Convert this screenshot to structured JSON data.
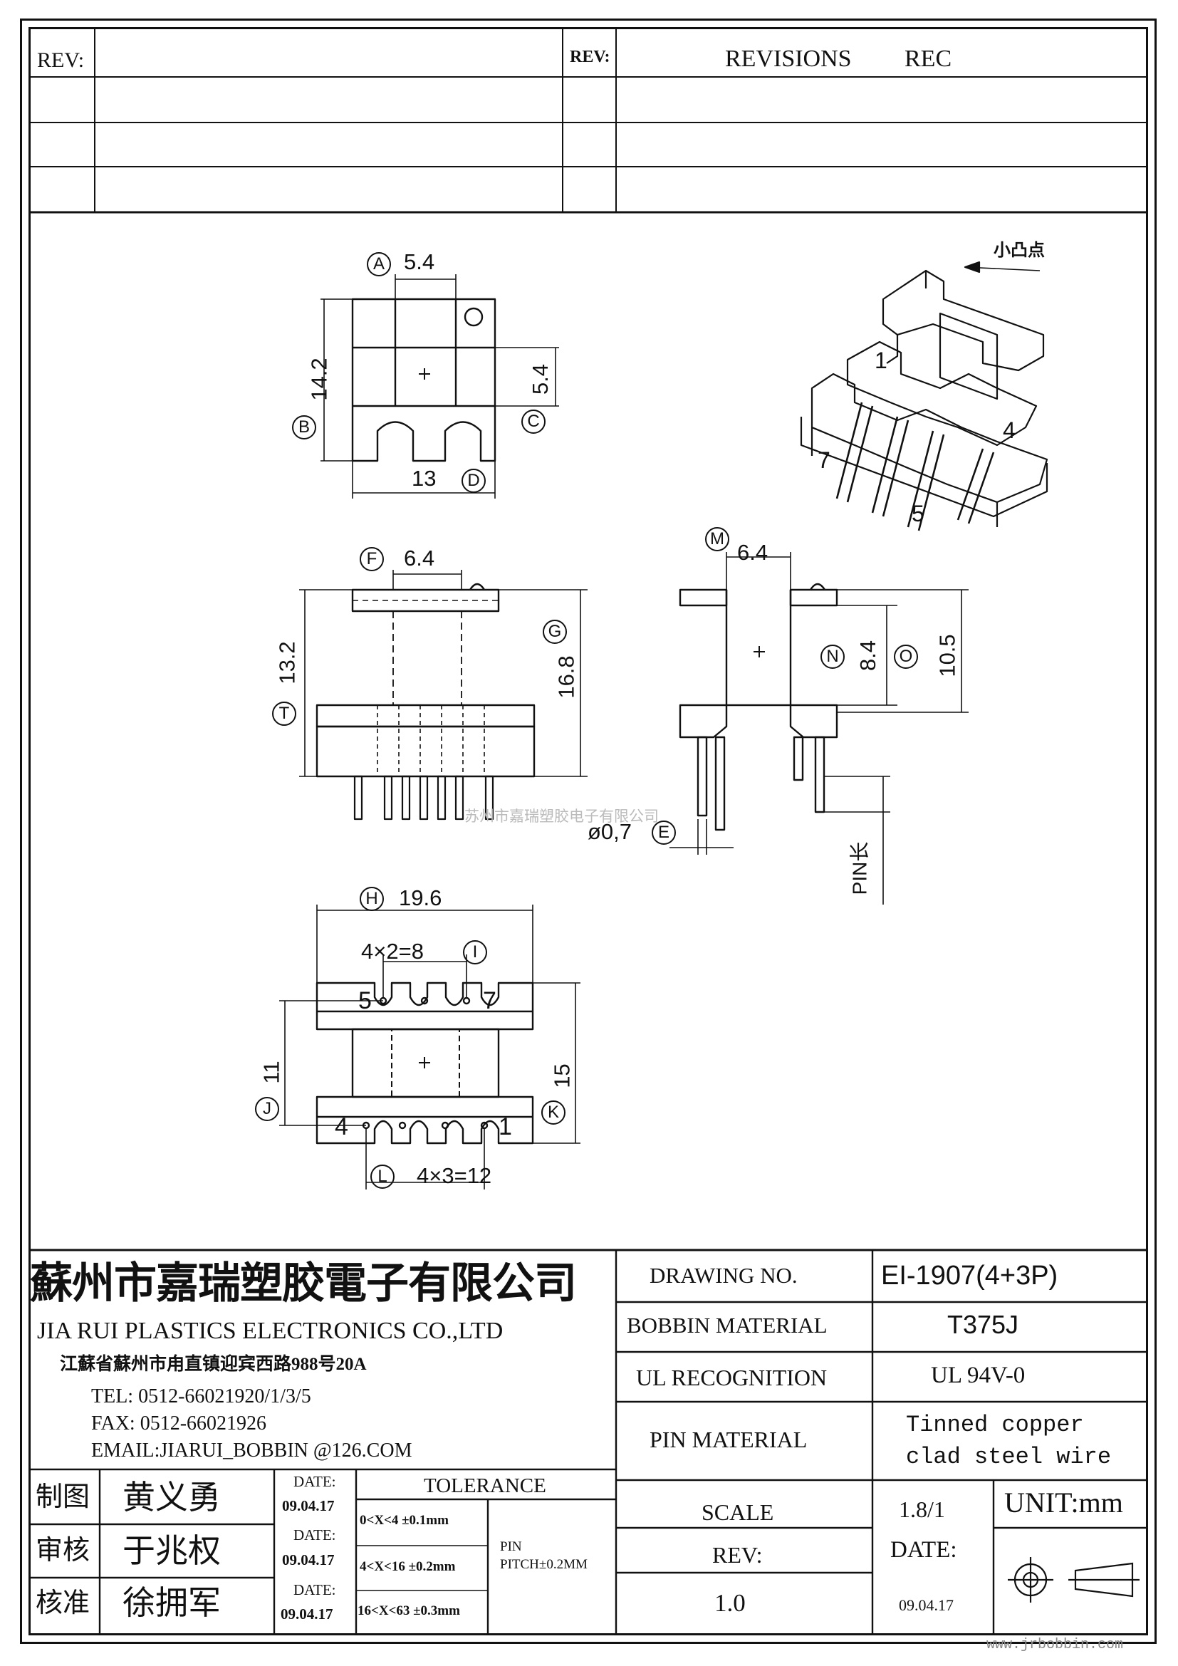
{
  "revisions": {
    "rev_label_left": "REV:",
    "rev_label_right": "REV:",
    "revisions_label": "REVISIONS",
    "rec_label": "REC"
  },
  "views": {
    "top": {
      "dim_a": "5.4",
      "dim_b": "14.2",
      "dim_c": "5.4",
      "dim_d": "13",
      "mk_a": "A",
      "mk_b": "B",
      "mk_c": "C",
      "mk_d": "D"
    },
    "front": {
      "dim_f": "6.4",
      "dim_t": "13.2",
      "dim_g": "16.8",
      "mk_f": "F",
      "mk_t": "T",
      "mk_g": "G"
    },
    "side": {
      "dim_m": "6.4",
      "dim_n": "8.4",
      "dim_o": "10.5",
      "dim_e": "ø0,7",
      "pin_len": "PIN长",
      "mk_m": "M",
      "mk_n": "N",
      "mk_o": "O",
      "mk_e": "E"
    },
    "bottom": {
      "dim_h": "19.6",
      "dim_i": "4×2=8",
      "dim_j": "11",
      "dim_k": "15",
      "dim_l": "4×3=12",
      "pin_5": "5",
      "pin_7": "7",
      "pin_4": "4",
      "pin_1": "1",
      "mk_h": "H",
      "mk_i": "I",
      "mk_j": "J",
      "mk_k": "K",
      "mk_l": "L"
    },
    "iso": {
      "note": "小凸点",
      "pin_1": "1",
      "pin_4": "4",
      "pin_7": "7",
      "pin_5": "5"
    }
  },
  "watermark": "苏州市嘉瑞塑胶电子有限公司",
  "company": {
    "name_cn": "蘇州市嘉瑞塑胶電子有限公司",
    "name_en": "JIA RUI PLASTICS ELECTRONICS CO.,LTD",
    "address": "江蘇省蘇州市甪直镇迎宾西路988号20A",
    "tel": "TEL: 0512-66021920/1/3/5",
    "fax": "FAX: 0512-66021926",
    "email": "EMAIL:JIARUI_BOBBIN @126.COM"
  },
  "specs": {
    "drawing_no_label": "DRAWING   NO.",
    "drawing_no": "EI-1907(4+3P)",
    "bobbin_material_label": "BOBBIN  MATERIAL",
    "bobbin_material": "T375J",
    "ul_label": "UL RECOGNITION",
    "ul_value": "UL 94V-0",
    "pin_material_label": "PIN MATERIAL",
    "pin_material_1": "Tinned copper",
    "pin_material_2": "clad steel wire",
    "scale_label": "SCALE",
    "scale": "1.8/1",
    "unit": "UNIT:mm",
    "rev_label": "REV:",
    "rev": "1.0",
    "date_label": "DATE:",
    "date": "09.04.17"
  },
  "signoff": {
    "rows": [
      {
        "role": "制图",
        "name": "黄义勇",
        "date_label": "DATE:",
        "date": "09.04.17"
      },
      {
        "role": "审核",
        "name": "于兆权",
        "date_label": "DATE:",
        "date": "09.04.17"
      },
      {
        "role": "核准",
        "name": "徐拥军",
        "date_label": "DATE:",
        "date": "09.04.17"
      }
    ],
    "tolerance_label": "TOLERANCE",
    "tolerances": [
      "0<X<4  ±0.1mm",
      "4<X<16 ±0.2mm",
      "16<X<63 ±0.3mm"
    ],
    "pin_label": "PIN",
    "pin_pitch": "PITCH±0.2MM"
  },
  "footer_url": "www.jrbobbin.com"
}
